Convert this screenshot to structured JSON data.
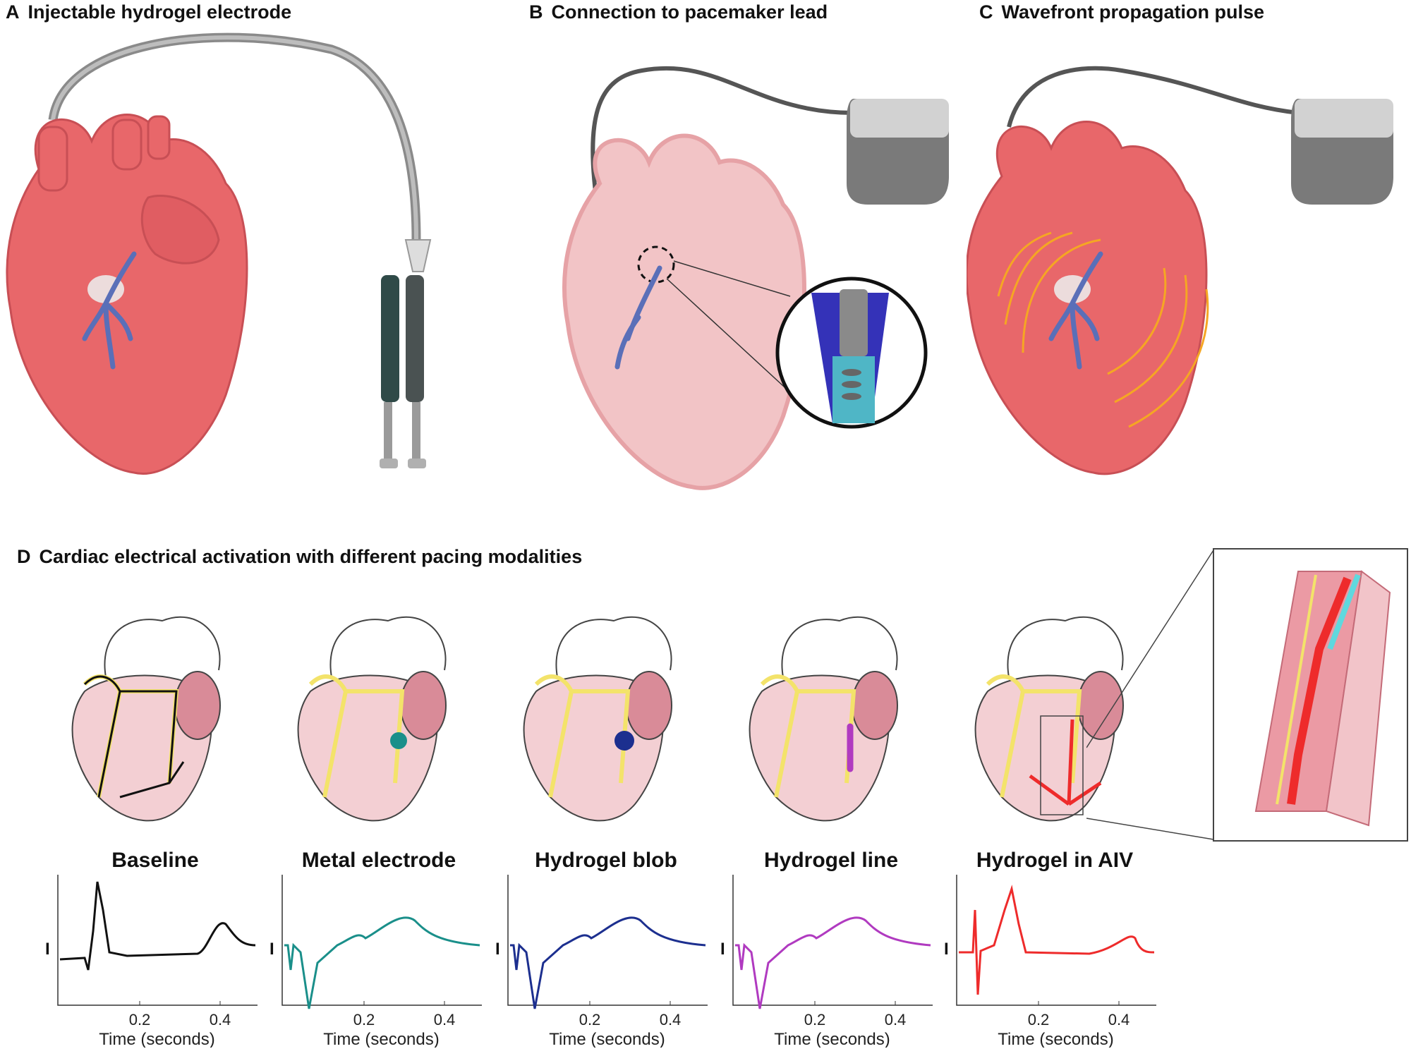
{
  "panels": {
    "a": {
      "letter": "A",
      "title": "Injectable hydrogel electrode"
    },
    "b": {
      "letter": "B",
      "title": "Connection to pacemaker lead"
    },
    "c": {
      "letter": "C",
      "title": "Wavefront propagation pulse"
    },
    "d": {
      "letter": "D",
      "title": "Cardiac electrical activation with different pacing modalities"
    }
  },
  "colors": {
    "heart": "#e8676a",
    "heart_dark": "#c84f55",
    "vein": "#5a6fb8",
    "wave": "#f5a623",
    "baseline": "#111111",
    "metal": "#1a8f8a",
    "blob": "#1c2f8f",
    "line": "#b03ac0",
    "aiv": "#ee2b2b"
  },
  "traces": [
    {
      "name": "Baseline",
      "color": "#111111",
      "lead": "I",
      "xlabel": "Time (seconds)",
      "ticks": [
        "0.2",
        "0.4"
      ]
    },
    {
      "name": "Metal electrode",
      "color": "#1a8f8a",
      "lead": "I",
      "xlabel": "Time (seconds)",
      "ticks": [
        "0.2",
        "0.4"
      ]
    },
    {
      "name": "Hydrogel blob",
      "color": "#1c2f8f",
      "lead": "I",
      "xlabel": "Time (seconds)",
      "ticks": [
        "0.2",
        "0.4"
      ]
    },
    {
      "name": "Hydrogel line",
      "color": "#b03ac0",
      "lead": "I",
      "xlabel": "Time (seconds)",
      "ticks": [
        "0.2",
        "0.4"
      ]
    },
    {
      "name": "Hydrogel in AIV",
      "color": "#ee2b2b",
      "lead": "I",
      "xlabel": "Time (seconds)",
      "ticks": [
        "0.2",
        "0.4"
      ]
    }
  ]
}
